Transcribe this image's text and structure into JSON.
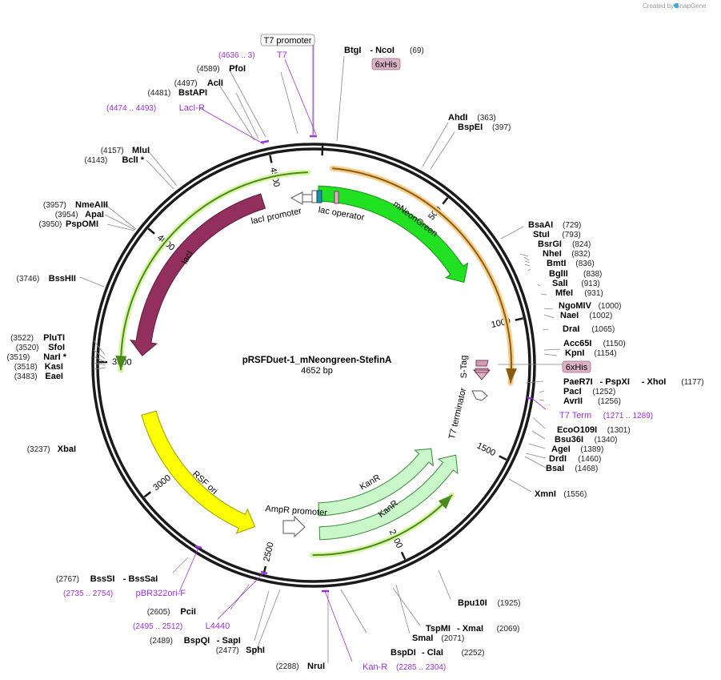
{
  "watermark": "Created by  SnapGene",
  "map": {
    "name": "pRSFDuet-1_mNeongreen-StefinA",
    "length_label": "4652 bp",
    "total_bp": 4652
  },
  "ticks": [
    "500",
    "1000",
    "1500",
    "2000",
    "2500",
    "3000",
    "3500",
    "4000",
    "4500"
  ],
  "features": [
    {
      "id": "lacI",
      "label": "lacI",
      "color": "#922f5e"
    },
    {
      "id": "mNeonGreen",
      "label": "mNeonGreen",
      "color": "#22e022"
    },
    {
      "id": "RSF-ori",
      "label": "RSF ori",
      "color": "#ffff00"
    },
    {
      "id": "KanR-1",
      "label": "KanR",
      "color": "#c9f7c9"
    },
    {
      "id": "KanR-2",
      "label": "KanR",
      "color": "#c9f7c9"
    },
    {
      "id": "lacI-promoter",
      "label": "lacI promoter",
      "color": "#ffffff"
    },
    {
      "id": "lac-operator",
      "label": "lac operator",
      "color": "#1f8dab"
    },
    {
      "id": "AmpR-promoter",
      "label": "AmpR promoter",
      "color": "#ffffff"
    },
    {
      "id": "T7-terminator",
      "label": "T7 terminator",
      "color": "#ffffff"
    },
    {
      "id": "S-Tag",
      "label": "S-Tag",
      "color": "#d39cb5"
    },
    {
      "id": "6xHis-top",
      "label": "6xHis",
      "color": "#dcb3c6"
    },
    {
      "id": "6xHis-right",
      "label": "6xHis",
      "color": "#dcb3c6"
    },
    {
      "id": "T7-promoter",
      "label": "T7 promoter",
      "color": "#ffffff"
    }
  ],
  "enzymes": [
    {
      "id": "BtgI-NcoI",
      "name": "BtgI",
      "name2": "- NcoI",
      "pos": "(69)"
    },
    {
      "id": "PfoI",
      "name": "PfoI",
      "pos": "(4589)"
    },
    {
      "id": "AclI",
      "name": "AclI",
      "pos": "(4497)"
    },
    {
      "id": "BstAPI",
      "name": "BstAPI",
      "pos": "(4481)"
    },
    {
      "id": "MluI",
      "name": "MluI",
      "pos": "(4157)"
    },
    {
      "id": "BclI",
      "name": "BclI *",
      "pos": "(4143)"
    },
    {
      "id": "NmeAIII",
      "name": "NmeAIII",
      "pos": "(3957)"
    },
    {
      "id": "ApaI",
      "name": "ApaI",
      "pos": "(3954)"
    },
    {
      "id": "PspOMI",
      "name": "PspOMI",
      "pos": "(3950)"
    },
    {
      "id": "BssHII",
      "name": "BssHII",
      "pos": "(3746)"
    },
    {
      "id": "PluTI",
      "name": "PluTI",
      "pos": "(3522)"
    },
    {
      "id": "SfoI",
      "name": "SfoI",
      "pos": "(3520)"
    },
    {
      "id": "NarI",
      "name": "NarI *",
      "pos": "(3519)"
    },
    {
      "id": "KasI",
      "name": "KasI",
      "pos": "(3518)"
    },
    {
      "id": "EaeI",
      "name": "EaeI",
      "pos": "(3483)"
    },
    {
      "id": "XbaI",
      "name": "XbaI",
      "pos": "(3237)"
    },
    {
      "id": "BssSI-BssSaI",
      "name": "BssSI",
      "name2": "- BssSaI",
      "pos": "(2767)"
    },
    {
      "id": "PciI",
      "name": "PciI",
      "pos": "(2605)"
    },
    {
      "id": "BspQI-SapI",
      "name": "BspQI",
      "name2": "- SapI",
      "pos": "(2489)"
    },
    {
      "id": "SphI",
      "name": "SphI",
      "pos": "(2477)"
    },
    {
      "id": "NruI",
      "name": "NruI",
      "pos": "(2288)"
    },
    {
      "id": "BspDI-ClaI",
      "name": "BspDI",
      "name2": "- ClaI",
      "pos": "(2252)"
    },
    {
      "id": "SmaI",
      "name": "SmaI",
      "pos": "(2071)"
    },
    {
      "id": "TspMI-XmaI",
      "name": "TspMI",
      "name2": "- XmaI",
      "pos": "(2069)"
    },
    {
      "id": "Bpu10I",
      "name": "Bpu10I",
      "pos": "(1925)"
    },
    {
      "id": "XmnI",
      "name": "XmnI",
      "pos": "(1556)"
    },
    {
      "id": "BsaI",
      "name": "BsaI",
      "pos": "(1468)"
    },
    {
      "id": "DrdI",
      "name": "DrdI",
      "pos": "(1460)"
    },
    {
      "id": "AgeI",
      "name": "AgeI",
      "pos": "(1389)"
    },
    {
      "id": "Bsu36I",
      "name": "Bsu36I",
      "pos": "(1340)"
    },
    {
      "id": "EcoO109I",
      "name": "EcoO109I",
      "pos": "(1301)"
    },
    {
      "id": "AvrII",
      "name": "AvrII",
      "pos": "(1256)"
    },
    {
      "id": "PacI",
      "name": "PacI",
      "pos": "(1252)"
    },
    {
      "id": "PaeR7I-PspXI-XhoI",
      "name": "PaeR7I",
      "name2": "- PspXI",
      "name3": "- XhoI",
      "pos": "(1177)"
    },
    {
      "id": "KpnI",
      "name": "KpnI",
      "pos": "(1154)"
    },
    {
      "id": "Acc65I",
      "name": "Acc65I",
      "pos": "(1150)"
    },
    {
      "id": "DraI",
      "name": "DraI",
      "pos": "(1065)"
    },
    {
      "id": "NaeI",
      "name": "NaeI",
      "pos": "(1002)"
    },
    {
      "id": "NgoMIV",
      "name": "NgoMIV",
      "pos": "(1000)"
    },
    {
      "id": "MfeI",
      "name": "MfeI",
      "pos": "(931)"
    },
    {
      "id": "SalI",
      "name": "SalI",
      "pos": "(913)"
    },
    {
      "id": "BglII",
      "name": "BglII",
      "pos": "(838)"
    },
    {
      "id": "BmtI",
      "name": "BmtI",
      "pos": "(836)"
    },
    {
      "id": "NheI",
      "name": "NheI",
      "pos": "(832)"
    },
    {
      "id": "BsrGI",
      "name": "BsrGI",
      "pos": "(824)"
    },
    {
      "id": "StuI",
      "name": "StuI",
      "pos": "(793)"
    },
    {
      "id": "BsaAI",
      "name": "BsaAI",
      "pos": "(729)"
    },
    {
      "id": "BspEI",
      "name": "BspEI",
      "pos": "(397)"
    },
    {
      "id": "AhdI",
      "name": "AhdI",
      "pos": "(363)"
    }
  ],
  "primers": [
    {
      "id": "T7",
      "name": "T7",
      "range": "(4636 .. 3)"
    },
    {
      "id": "LacI-R",
      "name": "LacI-R",
      "range": "(4474 .. 4493)"
    },
    {
      "id": "T7-Term",
      "name": "T7 Term",
      "range": "(1271 .. 1289)"
    },
    {
      "id": "pBR322ori-F",
      "name": "pBR322ori-F",
      "range": "(2735 .. 2754)"
    },
    {
      "id": "L4440",
      "name": "L4440",
      "range": "(2495 .. 2512)"
    },
    {
      "id": "Kan-R",
      "name": "Kan-R",
      "range": "(2285 .. 2304)"
    }
  ],
  "colors": {
    "backbone": "#1a1a1a",
    "primer": "#9b30d9",
    "enzyme_line": "#888888",
    "orf_green": "#4a8a1a",
    "orf_glow": "#d8f5a8",
    "orf_orange": "#8a5a10",
    "orf_orange_glow": "#f7cf8c",
    "snapgene_blue": "#3aa8e6"
  }
}
